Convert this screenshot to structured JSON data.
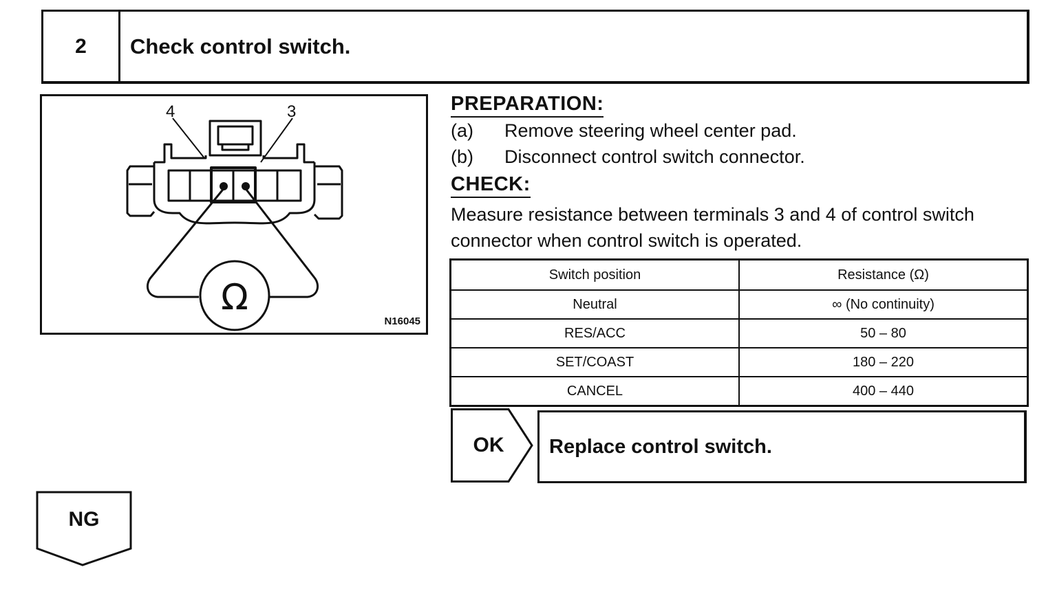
{
  "step": {
    "number": "2",
    "title": "Check control switch."
  },
  "figure": {
    "terminal_labels": [
      "4",
      "3"
    ],
    "meter_symbol": "Ω",
    "code": "N16045",
    "icon": "ohmmeter-connector-diagram"
  },
  "preparation": {
    "heading": "PREPARATION:",
    "steps": [
      {
        "letter": "(a)",
        "text": "Remove steering wheel center pad."
      },
      {
        "letter": "(b)",
        "text": "Disconnect control switch connector."
      }
    ]
  },
  "check": {
    "heading": "CHECK:",
    "text": "Measure resistance between terminals 3 and 4 of control switch connector when control switch is operated."
  },
  "table": {
    "headers": [
      "Switch position",
      "Resistance (Ω)"
    ],
    "rows": [
      [
        "Neutral",
        "∞ (No continuity)"
      ],
      [
        "RES/ACC",
        "50 – 80"
      ],
      [
        "SET/COAST",
        "180 – 220"
      ],
      [
        "CANCEL",
        "400 – 440"
      ]
    ]
  },
  "ok": {
    "label": "OK",
    "result": "Replace control switch."
  },
  "ng": {
    "label": "NG"
  }
}
